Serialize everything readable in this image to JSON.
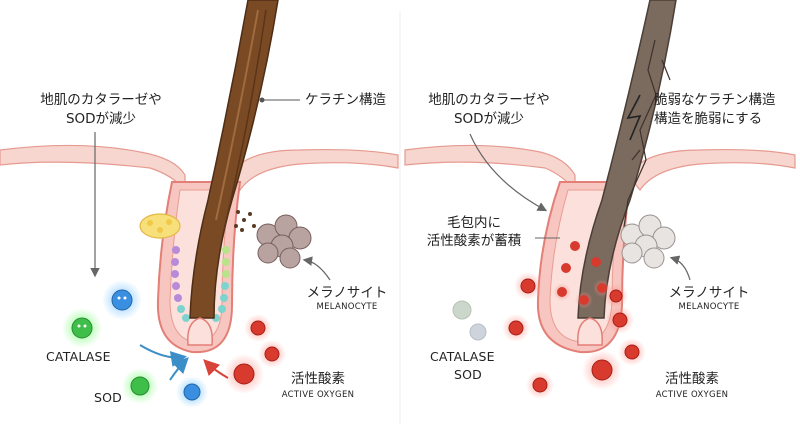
{
  "left": {
    "callout_top": [
      "地肌のカタラーゼや",
      "SODが減少"
    ],
    "keratin_label": "ケラチン構造",
    "melanocyte_label": "メラノサイト",
    "melanocyte_en": "MELANOCYTE",
    "catalase_label": "CATALASE",
    "sod_label": "SOD",
    "active_oxygen_label": "活性酸素",
    "active_oxygen_en": "ACTIVE OXYGEN"
  },
  "right": {
    "callout_top": [
      "地肌のカタラーゼや",
      "SODが減少"
    ],
    "fragile_label": [
      "脆弱なケラチン構造",
      "構造を脆弱にする"
    ],
    "follicle_label": [
      "毛包内に",
      "活性酸素が蓄積"
    ],
    "melanocyte_label": "メラノサイト",
    "melanocyte_en": "MELANOCYTE",
    "catalase_label": "CATALASE",
    "sod_label": "SOD",
    "active_oxygen_label": "活性酸素",
    "active_oxygen_en": "ACTIVE OXYGEN"
  },
  "colors": {
    "skin": "#f6d6cf",
    "skin_edge": "#e69a90",
    "hair_brown": "#7a4a25",
    "hair_grey": "#7b6a5e",
    "radical_red": "#d83a2e",
    "catalase_green": "#3fbf4a",
    "sod_blue": "#3a8fe0"
  }
}
